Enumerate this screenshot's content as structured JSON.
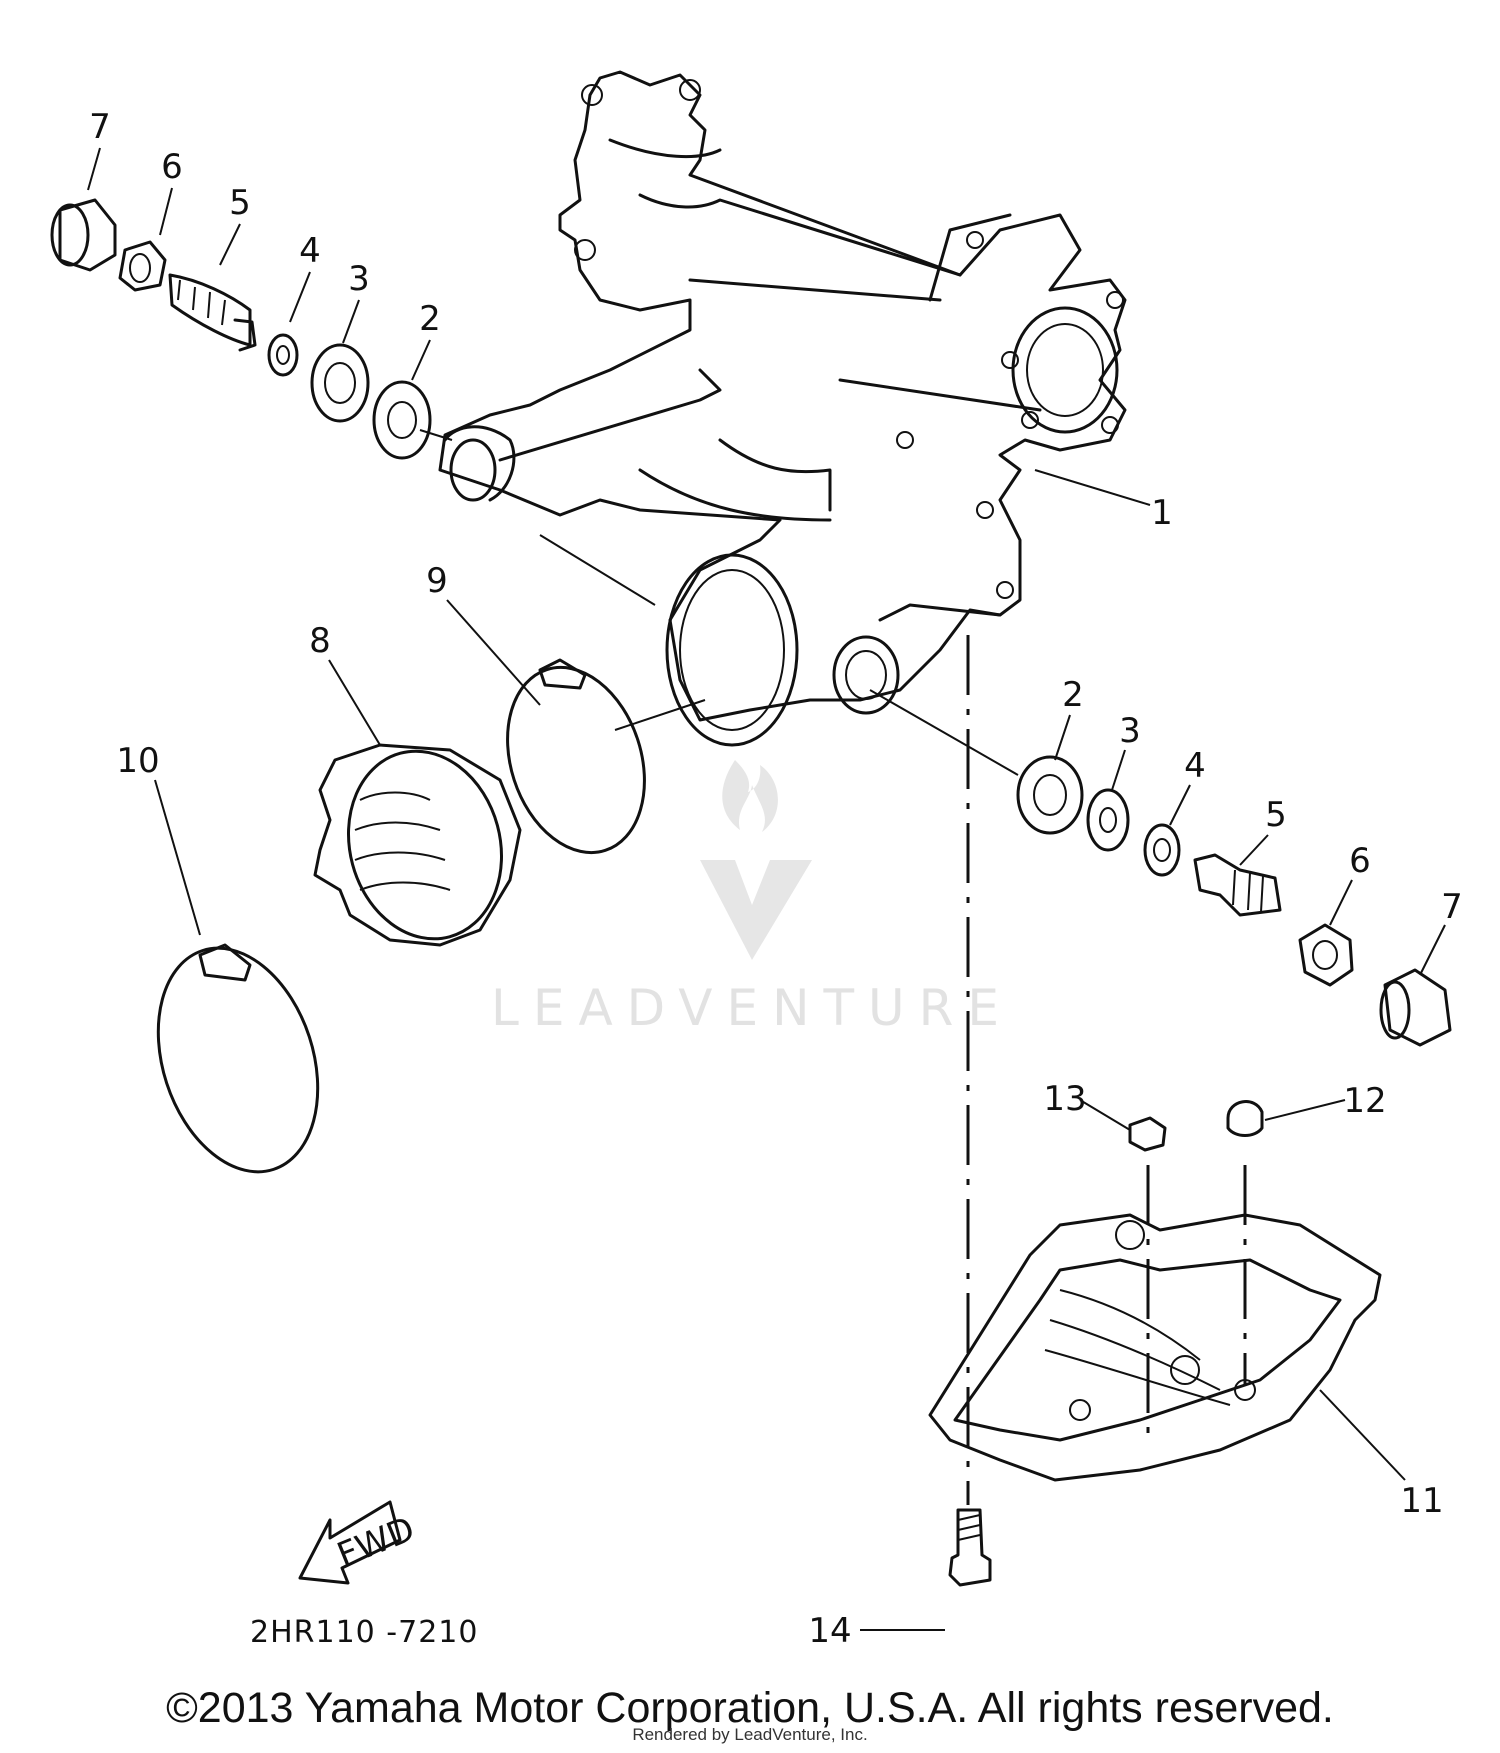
{
  "diagram": {
    "callouts": {
      "c1": "1",
      "c2a": "2",
      "c2b": "2",
      "c3a": "3",
      "c3b": "3",
      "c4a": "4",
      "c4b": "4",
      "c5a": "5",
      "c5b": "5",
      "c6a": "6",
      "c6b": "6",
      "c7a": "7",
      "c7b": "7",
      "c8": "8",
      "c9": "9",
      "c10": "10",
      "c11": "11",
      "c12": "12",
      "c13": "13",
      "c14": "14"
    },
    "fwd_label": "FWD",
    "drawing_code": "2HR110 -7210"
  },
  "watermark": {
    "brand": "LEADVENTURE"
  },
  "footer": {
    "copyright": "©2013 Yamaha Motor Corporation, U.S.A. All rights reserved.",
    "rendered_by": "Rendered by LeadVenture, Inc."
  }
}
